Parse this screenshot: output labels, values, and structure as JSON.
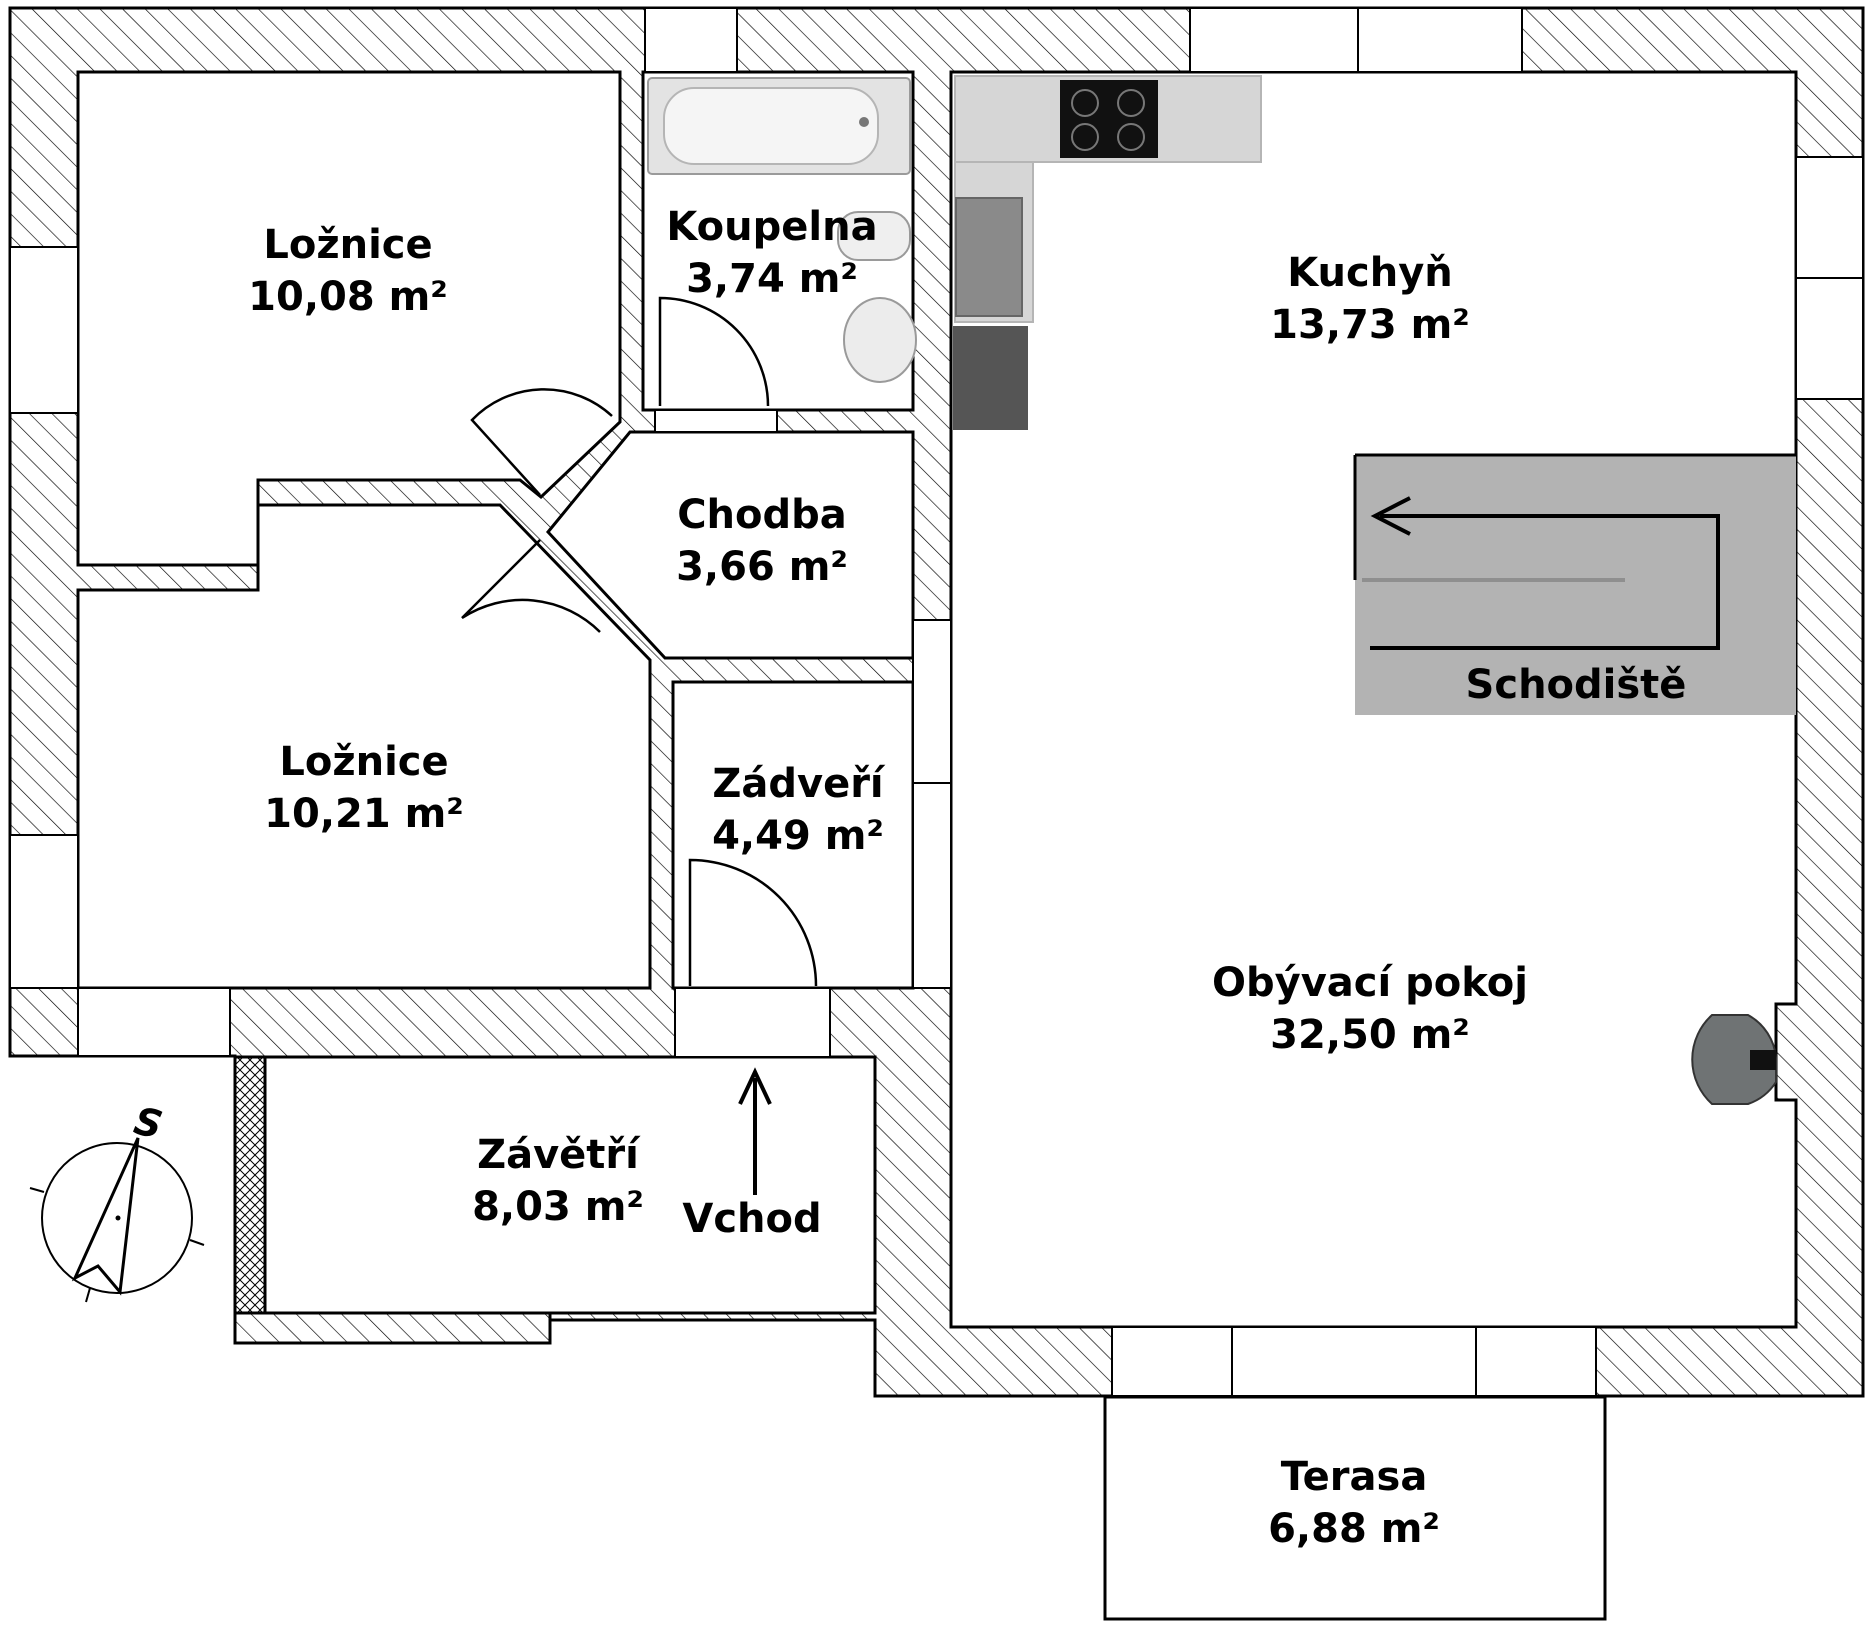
{
  "rooms": {
    "loznice1": {
      "name": "Ložnice",
      "area": "10,08 m²"
    },
    "koupelna": {
      "name": "Koupelna",
      "area": "3,74 m²"
    },
    "kuchyn": {
      "name": "Kuchyň",
      "area": "13,73 m²"
    },
    "chodba": {
      "name": "Chodba",
      "area": "3,66 m²"
    },
    "loznice2": {
      "name": "Ložnice",
      "area": "10,21 m²"
    },
    "zadveri": {
      "name": "Zádveří",
      "area": "4,49 m²"
    },
    "obyvaci": {
      "name": "Obývací pokoj",
      "area": "32,50 m²"
    },
    "zavetri": {
      "name": "Závětří",
      "area": "8,03 m²"
    },
    "terasa": {
      "name": "Terasa",
      "area": "6,88 m²"
    }
  },
  "labels": {
    "stairs": "Schodiště",
    "entrance": "Vchod",
    "compass": "S"
  },
  "colors": {
    "stairs_fill": "#b3b3b3",
    "appliance_fill": "#d6d6d6",
    "fridge_fill": "#555555",
    "fireplace_fill": "#6f7374"
  }
}
